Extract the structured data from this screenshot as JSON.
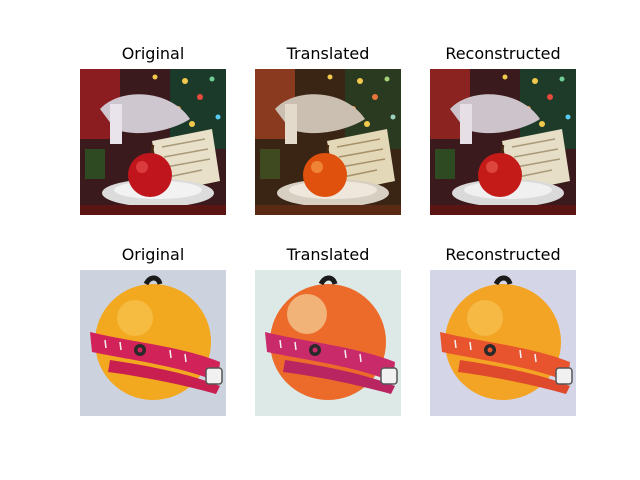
{
  "rows": [
    {
      "titles": [
        "Original",
        "Translated",
        "Reconstructed"
      ]
    },
    {
      "titles": [
        "Original",
        "Translated",
        "Reconstructed"
      ]
    }
  ],
  "colors": {
    "background": "#ffffff",
    "apple_red": "#c0151c",
    "apple_translated": "#e0510d",
    "orange_fruit": "#f2a81f",
    "orange_translated": "#ec6b2a",
    "tape_pink": "#d1225a",
    "tape_orange": "#e8542e"
  }
}
